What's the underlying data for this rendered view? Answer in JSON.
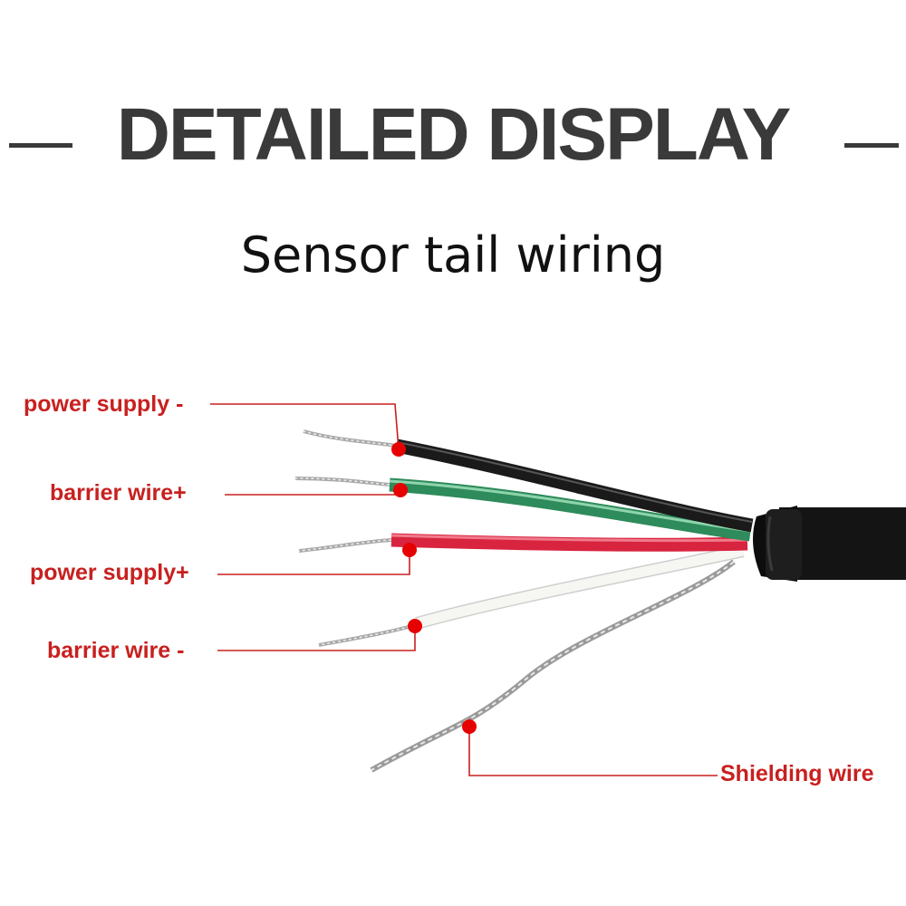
{
  "header": {
    "title": "DETAILED DISPLAY",
    "subtitle": "Sensor tail wiring"
  },
  "wires": [
    {
      "id": "black",
      "label": "power supply -",
      "color": "#1a1a1a"
    },
    {
      "id": "green",
      "label": "barrier wire+",
      "color": "#2e8b5b"
    },
    {
      "id": "red",
      "label": "power supply+",
      "color": "#d8243f"
    },
    {
      "id": "white",
      "label": "barrier wire -",
      "color": "#f2f2ee"
    },
    {
      "id": "shield",
      "label": "Shielding wire",
      "color": "#b5b5b5"
    }
  ],
  "colors": {
    "label_text": "#c8201f",
    "marker": "#e60000",
    "cable_jacket": "#111111",
    "title_text": "#3a3a3a"
  }
}
